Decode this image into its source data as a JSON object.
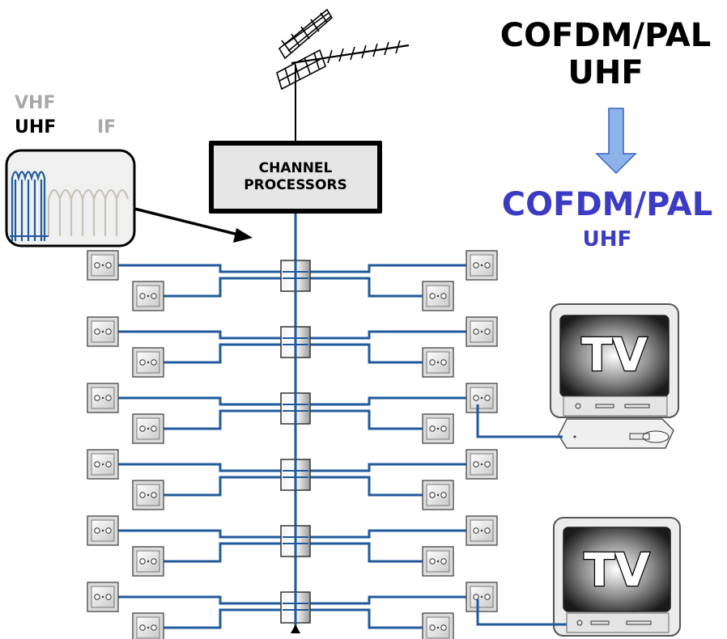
{
  "spectrum_labels": {
    "vhf": "VHF",
    "uhf": "UHF",
    "if": "IF"
  },
  "processor": {
    "line1": "CHANNEL",
    "line2": "PROCESSORS"
  },
  "input_signal": {
    "format": "COFDM/PAL",
    "band": "UHF"
  },
  "output_signal": {
    "format": "COFDM/PAL",
    "band": "UHF"
  },
  "tv_label": "TV",
  "colors": {
    "cable": "#1f5a9c",
    "output_text": "#3b3bc4",
    "arrow_fill": "#8db3ea",
    "uhf_spectrum": "#1f5a9c",
    "if_spectrum": "#c8c3b8",
    "band_gray": "#a8a8a8"
  }
}
